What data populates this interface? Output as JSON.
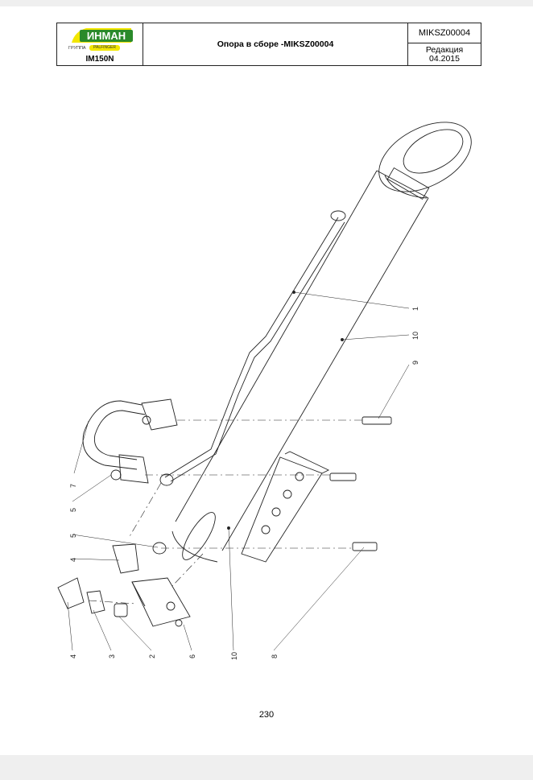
{
  "header": {
    "logo_text": "ИНМАН",
    "group_label": "ГРУППА",
    "palfinger_label": "PALFINGER",
    "model": "IM150N",
    "title": "Опора в сборе  -MIKSZ00004",
    "doc_code": "MIKSZ00004",
    "revision_label": "Редакция",
    "revision_date": "04.2015"
  },
  "callouts": [
    "1",
    "10",
    "9",
    "7",
    "5",
    "5",
    "4",
    "4",
    "3",
    "2",
    "6",
    "10",
    "8"
  ],
  "page_number": "230",
  "colors": {
    "logo_green": "#2a8a2a",
    "logo_yellow": "#f2e600",
    "line": "#222222"
  }
}
